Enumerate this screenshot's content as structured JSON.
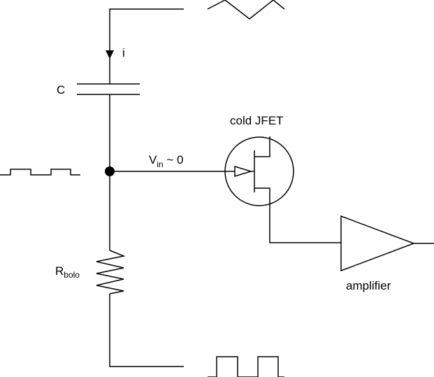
{
  "labels": {
    "current": "i",
    "capacitor": "C",
    "jfet": "cold JFET",
    "vin_symbol": "V",
    "vin_subscript": "in",
    "vin_value": " ~ 0",
    "resistor_symbol": "R",
    "resistor_subscript": "bolo",
    "amplifier": "amplifier"
  }
}
